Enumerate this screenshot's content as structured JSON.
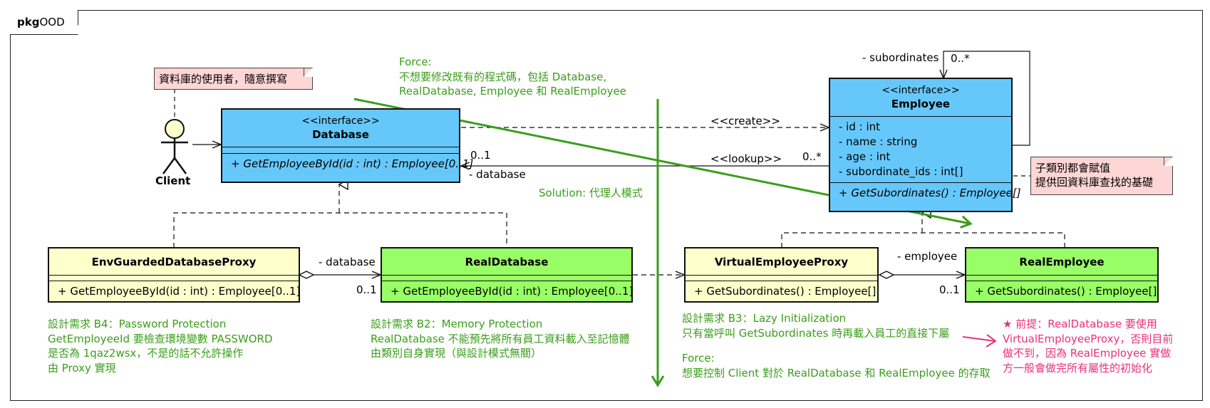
{
  "frame": {
    "keyword": "pkg",
    "name": "OOD"
  },
  "actor": {
    "name": "Client"
  },
  "notes": {
    "client_note": "資料庫的使用者，隨意撰寫",
    "employee_note": [
      "子類別都會賦值",
      "提供回資料庫查找的基礎"
    ]
  },
  "classes": {
    "database": {
      "stereotype": "<<interface>>",
      "name": "Database",
      "operations": [
        "+ GetEmployeeById(id : int) : Employee[0..1]"
      ]
    },
    "employee": {
      "stereotype": "<<interface>>",
      "name": "Employee",
      "attributes": [
        "- id : int",
        "- name : string",
        "- age : int",
        "- subordinate_ids : int[]"
      ],
      "operations": [
        "+ GetSubordinates() : Employee[]"
      ]
    },
    "env_proxy": {
      "name": "EnvGuardedDatabaseProxy",
      "operations": [
        "+ GetEmployeeById(id : int) : Employee[0..1]"
      ]
    },
    "real_database": {
      "name": "RealDatabase",
      "operations": [
        "+ GetEmployeeById(id : int) : Employee[0..1]"
      ]
    },
    "virtual_proxy": {
      "name": "VirtualEmployeeProxy",
      "operations": [
        "+ GetSubordinates() : Employee[]"
      ]
    },
    "real_employee": {
      "name": "RealEmployee",
      "operations": [
        "+ GetSubordinates() : Employee[]"
      ]
    }
  },
  "labels": {
    "create": "<<create>>",
    "lookup": "<<lookup>>",
    "lookup_mult_left": "0..1",
    "lookup_role": "- database",
    "lookup_mult_right": "0..*",
    "self_role": "- subordinates",
    "self_mult": "0..*",
    "proxy_db_role": "- database",
    "proxy_db_mult": "0..1",
    "proxy_emp_role": "- employee",
    "proxy_emp_mult": "0..1"
  },
  "annotations": {
    "force_top": [
      "Force:",
      "不想要修改既有的程式碼，包括 Database,",
      "RealDatabase, Employee 和 RealEmployee"
    ],
    "solution": "Solution: 代理人模式",
    "b4": [
      "設計需求 B4：Password Protection",
      "GetEmployeeId 要檢查環境變數 PASSWORD",
      "是否為 1qaz2wsx，不是的話不允許操作",
      "由 Proxy 實現"
    ],
    "b2": [
      "設計需求 B2：Memory Protection",
      "RealDatabase 不能預先將所有員工資料載入至記憶體",
      "由類別自身實現（與設計模式無關）"
    ],
    "b3": [
      "設計需求 B3：Lazy Initialization",
      "只有當呼叫 GetSubordinates 時再載入員工的直接下屬"
    ],
    "force_bottom": [
      "Force:",
      "想要控制 Client 對於 RealDatabase 和 RealEmployee 的存取"
    ],
    "premise": [
      "★ 前提：RealDatabase 要使用",
      "VirtualEmployeeProxy，否則目前",
      "做不到，因為 RealEmployee 實做",
      "方一般會做完所有屬性的初始化"
    ]
  },
  "colors": {
    "interface": "#66c8fa",
    "proxy": "#ffffcc",
    "real": "#99ff66",
    "note": "#ffd6d6",
    "annotation_green": "#3a9e1a",
    "annotation_pink": "#e8307a"
  }
}
